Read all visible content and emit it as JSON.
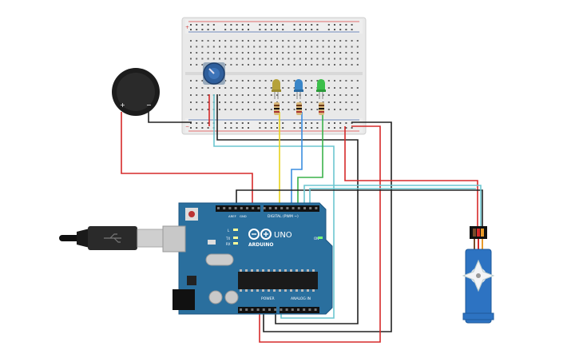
{
  "board": {
    "brand": "ARDUINO",
    "model": "UNO",
    "digital_label": "DIGITAL (PWM ~)",
    "power_label": "POWER",
    "analog_label": "ANALOG IN",
    "aref": "AREF",
    "gnd": "GND",
    "led_l": "L",
    "led_tx": "TX",
    "led_rx": "RX",
    "on_label": "ON"
  },
  "buzzer": {
    "plus": "+",
    "minus": "−"
  },
  "breadboard": {
    "plus": "+",
    "minus": "−"
  },
  "colors": {
    "wire_red": "#d62a2a",
    "wire_black": "#222222",
    "wire_cyan": "#6cc6d0",
    "wire_yellow": "#e8d21a",
    "wire_blue": "#3b8ee0",
    "wire_green": "#3bb24a",
    "board_blue": "#2a6f9e",
    "breadboard": "#e6e6e6",
    "servo_blue": "#2d73c2"
  }
}
